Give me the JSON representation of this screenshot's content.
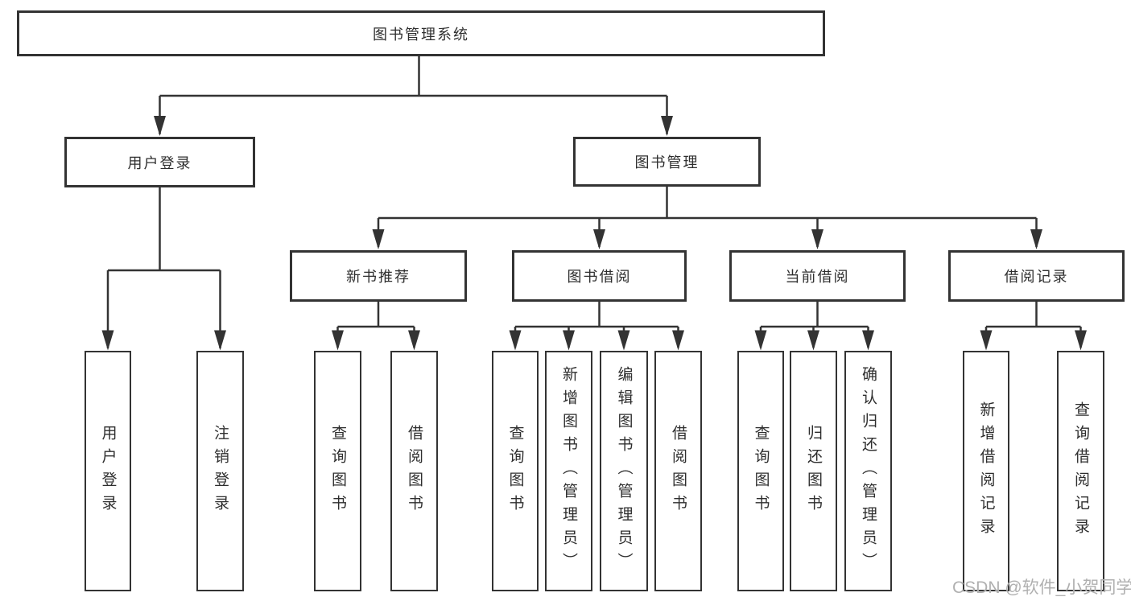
{
  "nodes": {
    "root": "图书管理系统",
    "level2": {
      "user_login": "用户登录",
      "book_mgmt": "图书管理"
    },
    "level3": {
      "new_books": "新书推荐",
      "book_borrow": "图书借阅",
      "current_borrow": "当前借阅",
      "borrow_records": "借阅记录"
    },
    "leaves": {
      "login": [
        "用户登录",
        "注销登录"
      ],
      "new_books": [
        "查询图书",
        "借阅图书"
      ],
      "book_borrow": [
        "查询图书",
        "新增图书（管理员）",
        "编辑图书（管理员）",
        "借阅图书"
      ],
      "current_borrow": [
        "查询图书",
        "归还图书",
        "确认归还（管理员）"
      ],
      "borrow_records": [
        "新增借阅记录",
        "查询借阅记录"
      ]
    }
  },
  "colors": {
    "line": "#333333",
    "text": "#2e2e2e",
    "watermark": "#b0b0b0"
  },
  "watermark": "CSDN @软件_小贺同学"
}
